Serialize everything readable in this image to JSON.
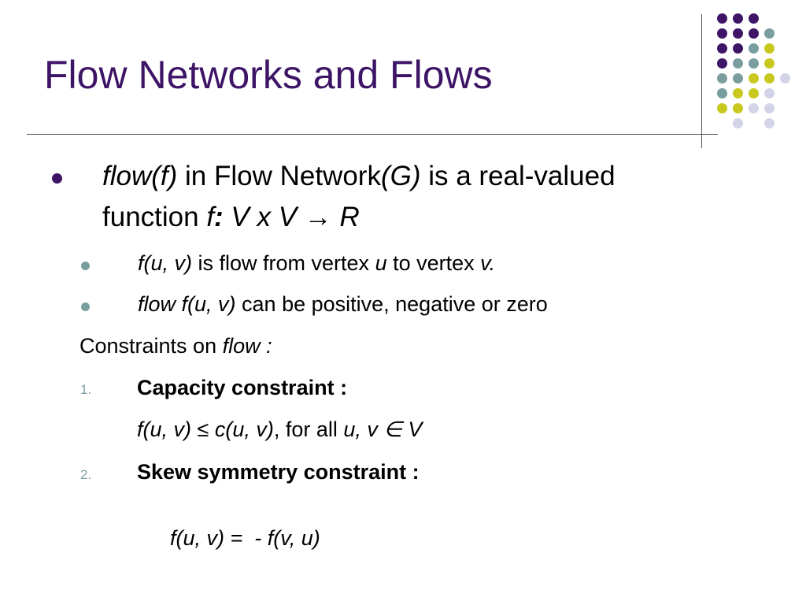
{
  "slide": {
    "title": "Flow Networks and Flows",
    "accent_colors": {
      "purple": "#3d1466",
      "teal": "#7a9e9f",
      "olive": "#c8c81e",
      "lavender": "#d4d4e8"
    },
    "main_bullet": {
      "line1_italic1": "flow(f)",
      "line1_text1": " in Flow Network",
      "line1_italic2": "(G)",
      "line1_text2": " is a real-valued",
      "line2_text": "function ",
      "line2_f": "f",
      "line2_colon": ":",
      "line2_expr": " V x V → R"
    },
    "sub_bullets": [
      {
        "italic": "f(u, v)",
        "text": " is flow from vertex ",
        "italic2": "u",
        "text2": " to vertex ",
        "italic3": "v."
      },
      {
        "italic": "flow f(u, v)",
        "text": " can be positive, negative or zero"
      }
    ],
    "constraints": {
      "label": "Constraints on ",
      "label_italic": "flow :",
      "items": [
        {
          "number": "1.",
          "heading": "Capacity constraint :",
          "formula_italic": "f(u, v) ≤ c(u, v)",
          "formula_text": ", for all ",
          "formula_italic2": "u, v ∈ V"
        },
        {
          "number": "2.",
          "heading": "Skew symmetry constraint :",
          "formula_italic": "f(u, v) =  - f(v, u)"
        }
      ]
    }
  }
}
